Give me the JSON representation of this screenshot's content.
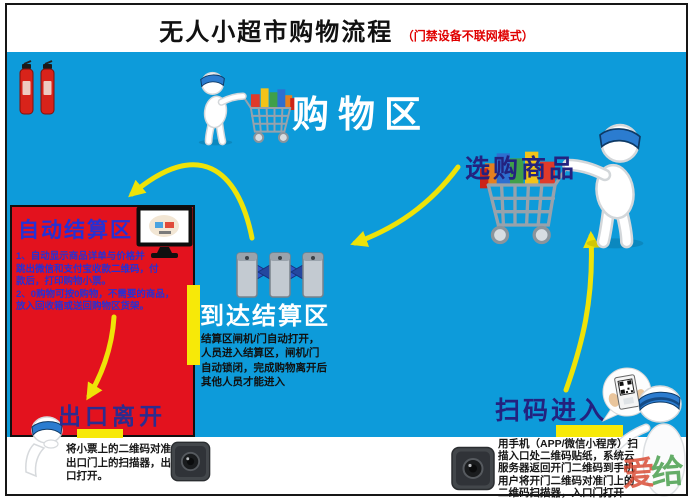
{
  "title": {
    "main": "无人小超市购物流程",
    "subtitle": "（门禁设备不联网模式）"
  },
  "zones": {
    "shopping_area": {
      "label": "购物区"
    },
    "auto_checkout": {
      "label": "自动结算区",
      "body": "1、自动显示商品详单与价格并\n跳出微信和支付宝收款二维码，付\n款后，打印购物小票。\n2、0购物可按0购物，不需要的商品，\n放入回收箱或送回购物区货架。"
    },
    "arrival_checkout": {
      "label": "到达结算区",
      "body": "结算区闸机/门自动打开，\n人员进入结算区，闸机/门\n自动锁闭，完成购物离开后\n其他人员才能进入"
    }
  },
  "labels": {
    "select_goods": "选购商品",
    "scan_to_enter": "扫码进入",
    "exit_leave": "出口离开"
  },
  "notes": {
    "exit": "将小票上的二维码对准\n出口门上的扫描器，出\n口打开。",
    "entry": "用手机（APP/微信小程序）扫\n描入口处二维码贴纸，系统云\n服务器返回开门二维码到手机\n用户将开门二维码对准门上的\n二维码扫描器，入口门打开"
  },
  "watermark": {
    "char1": "爱",
    "char2": "给"
  },
  "icons": [
    "fire-extinguisher-icon",
    "shopper-cart-icon",
    "turnstile-gate-icon",
    "checkout-monitor-icon",
    "qr-code-bubble-icon",
    "scanner-icon",
    "mannequin-icon"
  ],
  "colors": {
    "shopping_zone_blue": "#0d9bda",
    "checkout_zone_red": "#e3121e",
    "arrow_yellow": "#eee308",
    "door_yellow": "#f7e908",
    "navy_text": "#23227f",
    "checkout_text_blue": "#2531d6",
    "subtitle_red": "#e00000"
  }
}
